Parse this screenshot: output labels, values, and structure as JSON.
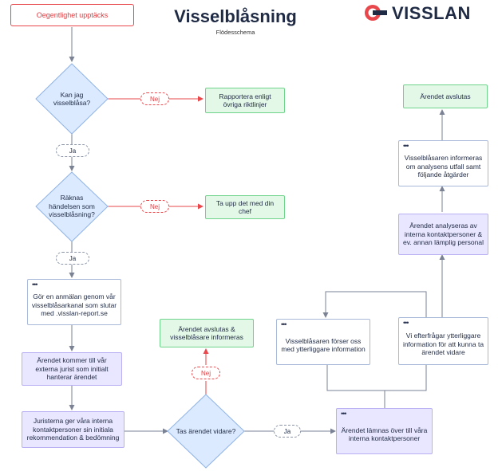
{
  "header": {
    "title": "Visselblåsning",
    "subtitle": "Flödesschema",
    "logo_text": "VISSLAN"
  },
  "nodes": {
    "start": "Oegentlighet upptäcks",
    "decision1": "Kan jag visselblåsa?",
    "no1_result": "Rapportera enligt övriga riktlinjer",
    "decision2": "Räknas händelsen som visselblåsning?",
    "no2_result": "Ta upp det med din chef",
    "report": "Gör en anmälan genom vår visselblåsarkanal som slutar med .visslan-report.se",
    "jurist": "Ärendet kommer till vår externa jurist som initialt hanterar ärendet",
    "recommend": "Juristerna ger våra interna kontaktpersoner sin initiala rekommendation & bedömning",
    "decision3": "Tas ärendet vidare?",
    "closed_informed": "Ärendet avslutas & visselblåsare informeras",
    "handover": "Ärendet lämnas över till våra interna kontaktpersoner",
    "provide_info": "Visselblåsaren förser oss med ytterliggare information",
    "request_info": "Vi efterfrågar ytterliggare information för att kunna ta ärendet vidare",
    "analyzed": "Ärendet analyseras av interna kontaktpersoner & ev. annan lämplig personal",
    "informed": "Visselblåsaren informeras om analysens utfall samt följande åtgärder",
    "closed": "Ärendet avslutas"
  },
  "labels": {
    "yes": "Ja",
    "no": "Nej"
  },
  "colors": {
    "red": "#e8474b",
    "green_fill": "#e4f8e8",
    "lavender_fill": "#e9e6ff",
    "diamond_fill": "#dbeaff",
    "text": "#1f2a44"
  }
}
